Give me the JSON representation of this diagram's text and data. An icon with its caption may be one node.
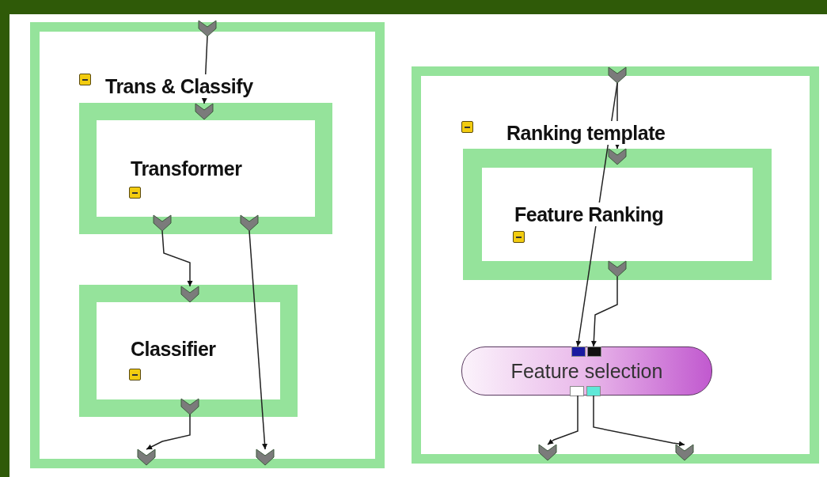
{
  "diagram": {
    "nodes": [
      {
        "text": [
          "Trans & Classify"
        ]
      },
      {
        "text": [
          "Transformer"
        ],
        "in": 0
      },
      {
        "text": [
          "Classifier"
        ],
        "in": 0
      },
      {
        "text": [
          "Ranking template"
        ]
      },
      {
        "text": [
          "Feature Ranking"
        ],
        "in": 3
      },
      {
        "text": [
          "Feature selection"
        ],
        "in": 3
      },
      {
        "text": [],
        "shape": "chevron",
        "in": 0
      },
      {
        "text": [],
        "shape": "chevron",
        "in": 1
      },
      {
        "text": [],
        "shape": "chevron",
        "in": 1
      },
      {
        "text": [],
        "shape": "chevron",
        "in": 1
      },
      {
        "text": [],
        "shape": "chevron",
        "in": 2
      },
      {
        "text": [],
        "shape": "chevron",
        "in": 2
      },
      {
        "text": [],
        "shape": "chevron",
        "in": 0
      },
      {
        "text": [],
        "shape": "chevron",
        "in": 0
      },
      {
        "text": [],
        "shape": "chevron",
        "in": 3
      },
      {
        "text": [],
        "shape": "chevron",
        "in": 4
      },
      {
        "text": [],
        "shape": "chevron",
        "in": 4
      },
      {
        "text": [],
        "shape": "chevron",
        "in": 3
      },
      {
        "text": [],
        "shape": "chevron",
        "in": 3
      }
    ],
    "edges": [
      {
        "from": 6,
        "to": 7,
        "arrow": "to"
      },
      {
        "from": 8,
        "to": 10,
        "arrow": "to"
      },
      {
        "from": 9,
        "to": 13,
        "arrow": "to"
      },
      {
        "from": 11,
        "to": 12,
        "arrow": "to"
      },
      {
        "from": 14,
        "to": 15,
        "arrow": "to"
      },
      {
        "from": 14,
        "to": 5,
        "arrow": "to"
      },
      {
        "from": 16,
        "to": 5,
        "arrow": "to"
      },
      {
        "from": 5,
        "to": 17,
        "arrow": "to"
      },
      {
        "from": 5,
        "to": 18,
        "arrow": "to"
      }
    ]
  }
}
